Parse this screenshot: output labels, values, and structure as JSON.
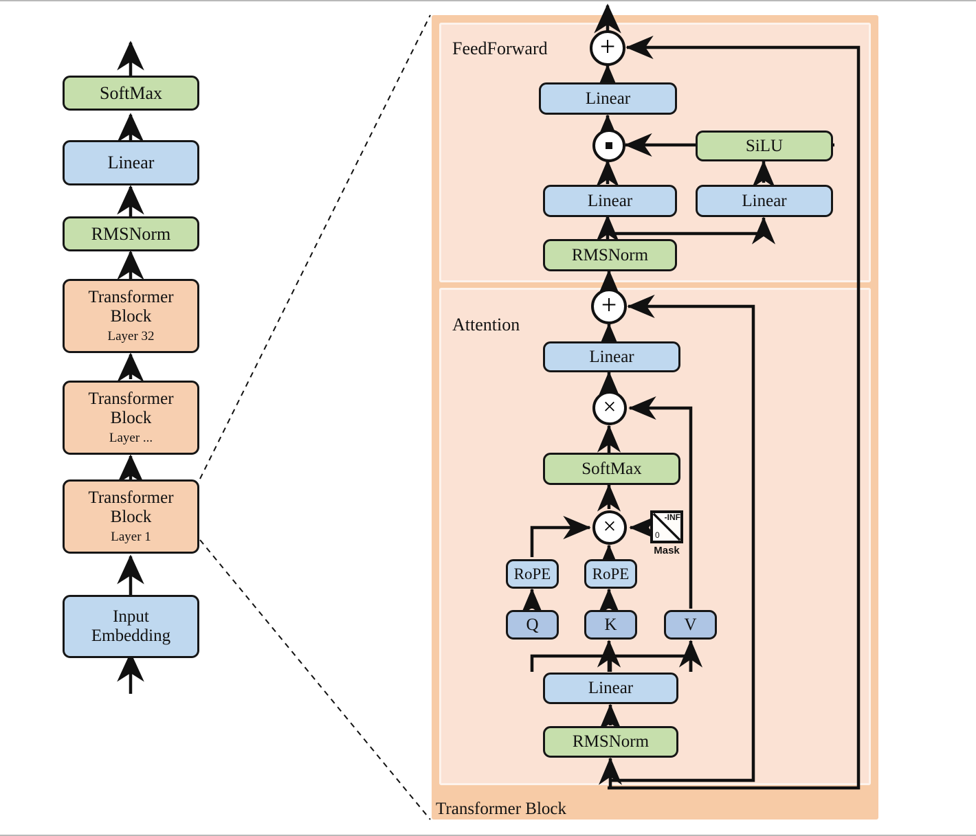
{
  "diagram": {
    "title": "Transformer Block architecture",
    "colors": {
      "blue_box": "#bfd8ef",
      "qkv_box": "#aec5e4",
      "green_box": "#c6dfac",
      "peach_box": "#f7cfb0",
      "panel_outer": "#f7cba6",
      "panel_inner": "#fbe2d4",
      "stroke": "#161616"
    }
  },
  "left_stack": {
    "name": "model-overview-stack",
    "nodes": [
      {
        "id": "softmax",
        "label": "SoftMax",
        "sub": "",
        "style": "green"
      },
      {
        "id": "linear",
        "label": "Linear",
        "sub": "",
        "style": "blue"
      },
      {
        "id": "rmsnorm",
        "label": "RMSNorm",
        "sub": "",
        "style": "green"
      },
      {
        "id": "block32",
        "label": "Transformer Block",
        "sub": "Layer 32",
        "style": "peach"
      },
      {
        "id": "blockdots",
        "label": "Transformer Block",
        "sub": "Layer ...",
        "style": "peach"
      },
      {
        "id": "block1",
        "label": "Transformer Block",
        "sub": "Layer 1",
        "style": "peach"
      },
      {
        "id": "embedding",
        "label": "Input Embedding",
        "sub": "",
        "style": "blue"
      }
    ]
  },
  "detail_panel": {
    "outer_label": "Transformer Block",
    "sections": [
      {
        "id": "feedforward",
        "label": "FeedForward"
      },
      {
        "id": "attention",
        "label": "Attention"
      }
    ],
    "feedforward": {
      "add_op": "+",
      "mul_op": "·",
      "nodes": [
        {
          "id": "ff-out-linear",
          "label": "Linear",
          "style": "blue"
        },
        {
          "id": "ff-silu",
          "label": "SiLU",
          "style": "green"
        },
        {
          "id": "ff-gate-linear",
          "label": "Linear",
          "style": "blue"
        },
        {
          "id": "ff-up-linear",
          "label": "Linear",
          "style": "blue"
        },
        {
          "id": "ff-rmsnorm",
          "label": "RMSNorm",
          "style": "green"
        }
      ]
    },
    "attention": {
      "add_op": "+",
      "matmul_op": "×",
      "nodes": [
        {
          "id": "attn-out-linear",
          "label": "Linear",
          "style": "blue"
        },
        {
          "id": "attn-softmax",
          "label": "SoftMax",
          "style": "green"
        },
        {
          "id": "rope-q",
          "label": "RoPE",
          "style": "blue"
        },
        {
          "id": "rope-k",
          "label": "RoPE",
          "style": "blue"
        },
        {
          "id": "q",
          "label": "Q",
          "style": "blueqkv"
        },
        {
          "id": "k",
          "label": "K",
          "style": "blueqkv"
        },
        {
          "id": "v",
          "label": "V",
          "style": "blueqkv"
        },
        {
          "id": "attn-qkv-linear",
          "label": "Linear",
          "style": "blue"
        },
        {
          "id": "attn-rmsnorm",
          "label": "RMSNorm",
          "style": "green"
        }
      ],
      "mask": {
        "caption": "Mask",
        "low_value": "0",
        "high_value": "-INF"
      }
    }
  }
}
